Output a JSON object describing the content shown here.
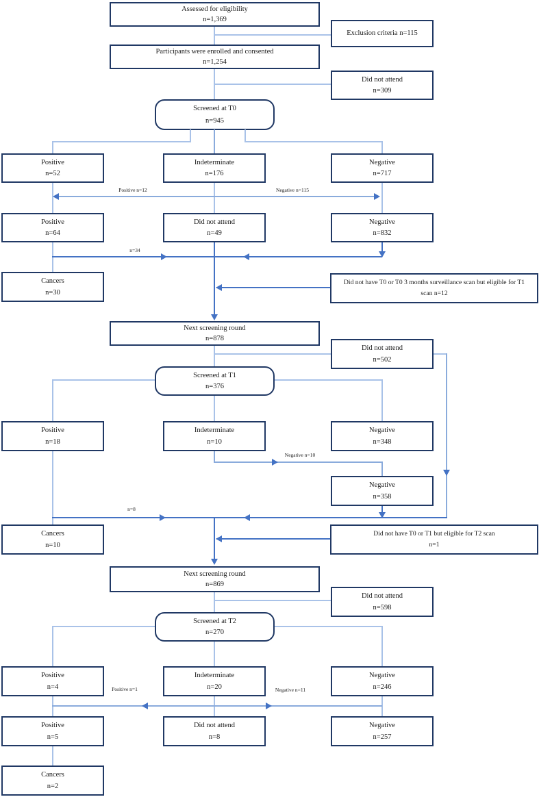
{
  "boxes": {
    "assessed": {
      "line1": "Assessed for eligibility",
      "line2": "n=1,369"
    },
    "exclusion": {
      "line1": "Exclusion criteria n=115"
    },
    "enrolled": {
      "line1": "Participants were enrolled and consented",
      "line2": "n=1,254"
    },
    "dna_t0": {
      "line1": "Did not attend",
      "line2": "n=309"
    },
    "screened_t0": {
      "line1": "Screened at T0",
      "line2": "n=945"
    },
    "t0_positive": {
      "line1": "Positive",
      "line2": "n=52"
    },
    "t0_indeterminate": {
      "line1": "Indeterminate",
      "line2": "n=176"
    },
    "t0_negative": {
      "line1": "Negative",
      "line2": "n=717"
    },
    "t0_positive_final": {
      "line1": "Positive",
      "line2": "n=64"
    },
    "t0_dna_scan": {
      "line1": "Did not attend",
      "line2": "n=49"
    },
    "t0_negative_final": {
      "line1": "Negative",
      "line2": "n=832"
    },
    "t0_cancers": {
      "line1": "Cancers",
      "line2": "n=30"
    },
    "t0_missed": {
      "line1": "Did not have T0 or T0 3 months surveillance scan but eligible for T1",
      "line2": "scan n=12"
    },
    "next_round_t1": {
      "line1": "Next screening round",
      "line2": "n=878"
    },
    "dna_t1": {
      "line1": "Did not attend",
      "line2": "n=502"
    },
    "screened_t1": {
      "line1": "Screened at T1",
      "line2": "n=376"
    },
    "t1_positive": {
      "line1": "Positive",
      "line2": "n=18"
    },
    "t1_indeterminate": {
      "line1": "Indeterminate",
      "line2": "n=10"
    },
    "t1_negative": {
      "line1": "Negative",
      "line2": "n=348"
    },
    "t1_negative_final": {
      "line1": "Negative",
      "line2": "n=358"
    },
    "t1_cancers": {
      "line1": "Cancers",
      "line2": "n=10"
    },
    "t1_missed": {
      "line1": "Did not have T0 or T1 but eligible for T2 scan",
      "line2": "n=1"
    },
    "next_round_t2": {
      "line1": "Next screening round",
      "line2": "n=869"
    },
    "dna_t2": {
      "line1": "Did not attend",
      "line2": "n=598"
    },
    "screened_t2": {
      "line1": "Screened at T2",
      "line2": "n=270"
    },
    "t2_positive": {
      "line1": "Positive",
      "line2": "n=4"
    },
    "t2_indeterminate": {
      "line1": "Indeterminate",
      "line2": "n=20"
    },
    "t2_negative": {
      "line1": "Negative",
      "line2": "n=246"
    },
    "t2_positive_final": {
      "line1": "Positive",
      "line2": "n=5"
    },
    "t2_dna_scan": {
      "line1": "Did not attend",
      "line2": "n=8"
    },
    "t2_negative_final": {
      "line1": "Negative",
      "line2": "n=257"
    },
    "t2_cancers": {
      "line1": "Cancers",
      "line2": "n=2"
    }
  },
  "edge_labels": {
    "t0_reclass_positive": "Positive n=12",
    "t0_reclass_negative": "Negative n=115",
    "t0_cancer_flow": "n=34",
    "t1_reclass_negative": "Negative n=10",
    "t1_cancer_flow": "n=8",
    "t2_reclass_positive": "Positive n=1",
    "t2_reclass_negative": "Negative n=11"
  },
  "colors": {
    "box_border": "#203864",
    "connector_light": "#a9c2e8",
    "connector_flow": "#8aabdc",
    "arrow": "#4472c4",
    "text": "#1a1a1a"
  }
}
